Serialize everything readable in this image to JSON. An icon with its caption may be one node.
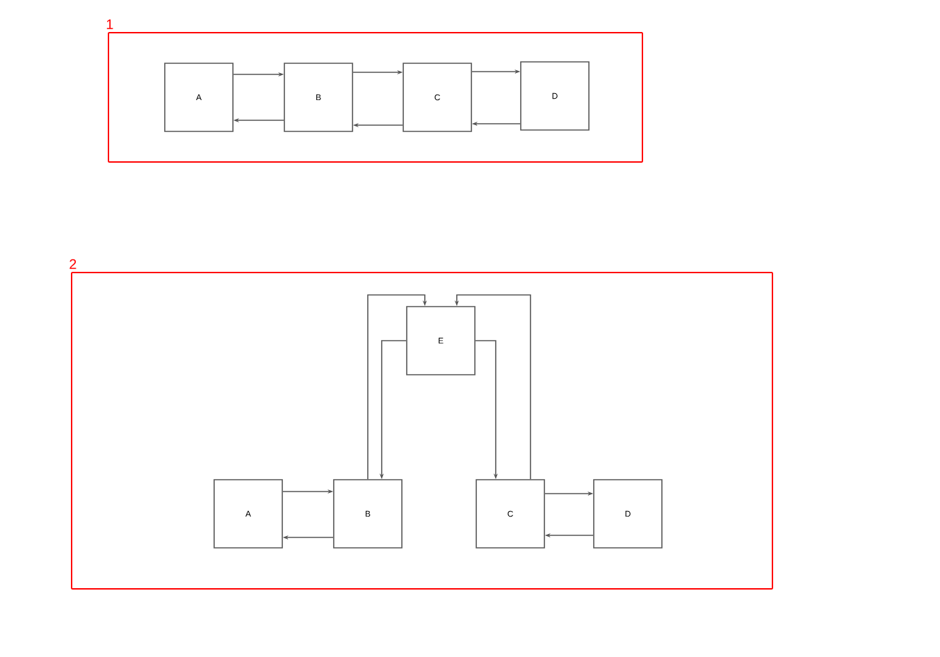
{
  "diagram": {
    "nodes": [
      {
        "text": [
          "1"
        ]
      },
      {
        "text": [
          "A"
        ],
        "in": 0
      },
      {
        "text": [
          "B"
        ],
        "in": 0
      },
      {
        "text": [
          "C"
        ],
        "in": 0
      },
      {
        "text": [
          "D"
        ],
        "in": 0
      },
      {
        "text": [
          "2"
        ]
      },
      {
        "text": [
          "E"
        ],
        "in": 5
      },
      {
        "text": [
          "A"
        ],
        "in": 5
      },
      {
        "text": [
          "B"
        ],
        "in": 5
      },
      {
        "text": [
          "C"
        ],
        "in": 5
      },
      {
        "text": [
          "D"
        ],
        "in": 5
      }
    ],
    "edges": [
      {
        "from": 1,
        "to": 2,
        "arrow": "to"
      },
      {
        "from": 2,
        "to": 1,
        "arrow": "to"
      },
      {
        "from": 2,
        "to": 3,
        "arrow": "to"
      },
      {
        "from": 3,
        "to": 2,
        "arrow": "to"
      },
      {
        "from": 3,
        "to": 4,
        "arrow": "to"
      },
      {
        "from": 4,
        "to": 3,
        "arrow": "to"
      },
      {
        "from": 7,
        "to": 8,
        "arrow": "to"
      },
      {
        "from": 8,
        "to": 7,
        "arrow": "to"
      },
      {
        "from": 9,
        "to": 10,
        "arrow": "to"
      },
      {
        "from": 10,
        "to": 9,
        "arrow": "to"
      },
      {
        "from": 8,
        "to": 6,
        "arrow": "to"
      },
      {
        "from": 9,
        "to": 6,
        "arrow": "to"
      },
      {
        "from": 6,
        "to": 8,
        "arrow": "to"
      },
      {
        "from": 6,
        "to": 9,
        "arrow": "to"
      }
    ]
  }
}
